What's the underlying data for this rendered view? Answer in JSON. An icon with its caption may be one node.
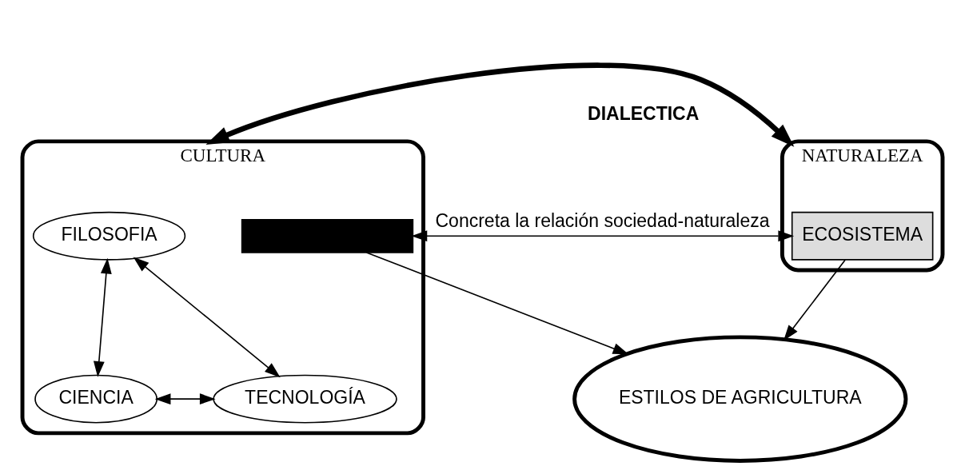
{
  "diagram": {
    "nodes": [
      {
        "text": [
          "CULTURA"
        ]
      },
      {
        "text": [
          "FILOSOFIA"
        ],
        "in": 0
      },
      {
        "text": [
          "CIENCIA"
        ],
        "in": 0
      },
      {
        "text": [
          "TECNOLOGÍA"
        ],
        "in": 0
      },
      {
        "text": [],
        "shape": "box",
        "in": 0
      },
      {
        "text": [
          "NATURALEZA"
        ]
      },
      {
        "text": [
          "ECOSISTEMA"
        ],
        "in": 5
      },
      {
        "text": [
          "ESTILOS DE AGRICULTURA"
        ]
      }
    ],
    "edges": [
      {
        "from": 0,
        "to": 5,
        "arrow": "both",
        "label": "DIALECTICA",
        "style": "thick"
      },
      {
        "from": 1,
        "to": 2,
        "arrow": "both"
      },
      {
        "from": 1,
        "to": 3,
        "arrow": "both"
      },
      {
        "from": 2,
        "to": 3,
        "arrow": "both"
      },
      {
        "from": 4,
        "to": 6,
        "arrow": "both",
        "label": "Concreta la relación sociedad-naturaleza"
      },
      {
        "from": 4,
        "to": 7,
        "arrow": "to"
      },
      {
        "from": 6,
        "to": 7,
        "arrow": "to"
      }
    ]
  }
}
